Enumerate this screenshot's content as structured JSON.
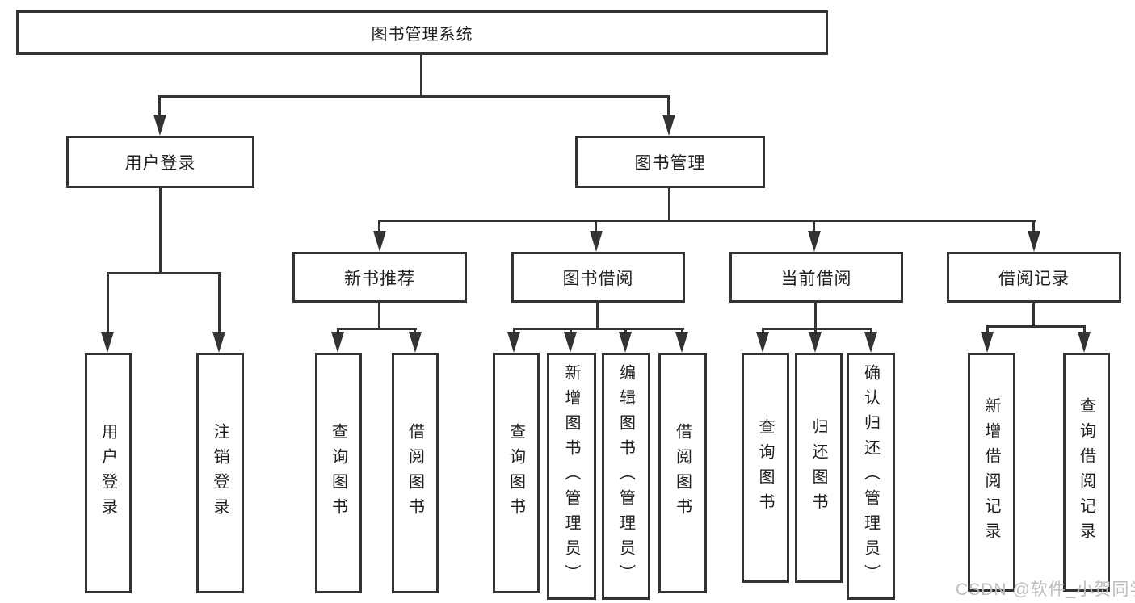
{
  "nodes": {
    "root": "图书管理系统",
    "user_login": "用户登录",
    "book_management": "图书管理",
    "new_book_recommend": "新书推荐",
    "book_borrowing": "图书借阅",
    "current_borrowing": "当前借阅",
    "borrowing_records": "借阅记录",
    "leaf_user_login": "用户登录",
    "leaf_logout": "注销登录",
    "nbr_query_book": "查询图书",
    "nbr_borrow_book": "借阅图书",
    "bb_query_book": "查询图书",
    "bb_add_book": "新增图书（管理员）",
    "bb_edit_book": "编辑图书（管理员）",
    "bb_borrow_book": "借阅图书",
    "cb_query_book": "查询图书",
    "cb_return_book": "归还图书",
    "cb_confirm_return": "确认归还（管理员）",
    "br_add_record": "新增借阅记录",
    "br_query_record": "查询借阅记录"
  },
  "watermark": "CSDN @软件_小贺同学",
  "colors": {
    "line": "#333333",
    "text": "#1f1f1f",
    "watermark": "#bdbdbd"
  }
}
